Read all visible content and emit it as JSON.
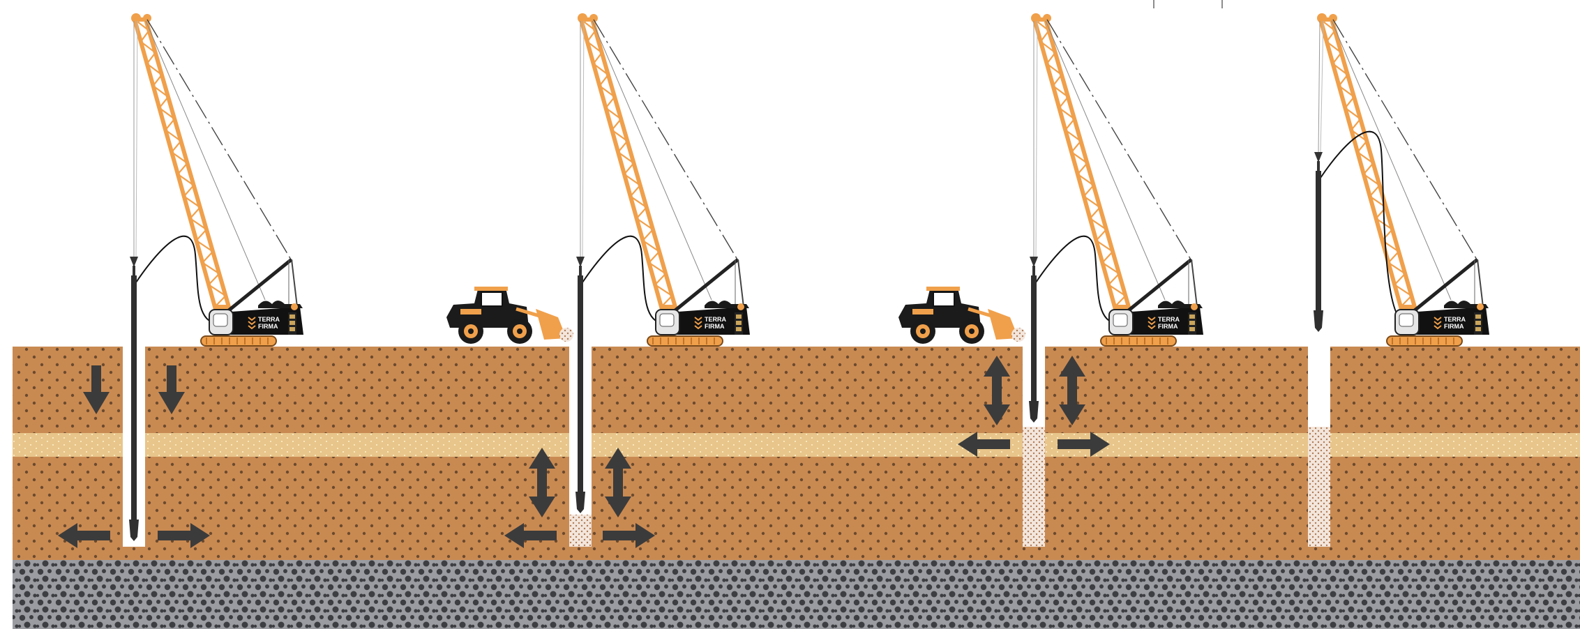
{
  "diagram": {
    "stages": [
      {
        "id": "stage-1",
        "action": "penetration",
        "equipment": [
          "crane",
          "vibroflot"
        ],
        "arrows": [
          "down",
          "down",
          "left",
          "right"
        ]
      },
      {
        "id": "stage-2",
        "action": "compaction",
        "equipment": [
          "loader",
          "crane",
          "vibroflot"
        ],
        "arrows": [
          "up-down",
          "up-down",
          "left",
          "right"
        ]
      },
      {
        "id": "stage-3",
        "action": "compaction-column-build",
        "equipment": [
          "loader",
          "crane",
          "vibroflot"
        ],
        "arrows": [
          "up-down",
          "up-down",
          "left",
          "right"
        ]
      },
      {
        "id": "stage-4",
        "action": "completed-column",
        "equipment": [
          "crane",
          "vibroflot-raised"
        ],
        "arrows": []
      }
    ],
    "crane_branding": {
      "line1": "TERRA",
      "line2": "FIRMA"
    },
    "layers": [
      "upper-soil",
      "sand-lens",
      "lower-soil",
      "bedrock"
    ],
    "colors": {
      "soil": "#c98a52",
      "soil_dots": "#6b4a2e",
      "sand_layer": "#e8c58a",
      "bedrock": "#9a9ca1",
      "bedrock_dots": "#3d3e42",
      "crane_boom": "#f0a04b",
      "crane_body": "#111111",
      "arrow": "#3b3b3b",
      "column_fill": "#f3e6dc",
      "column_dots": "#b07a55"
    }
  }
}
